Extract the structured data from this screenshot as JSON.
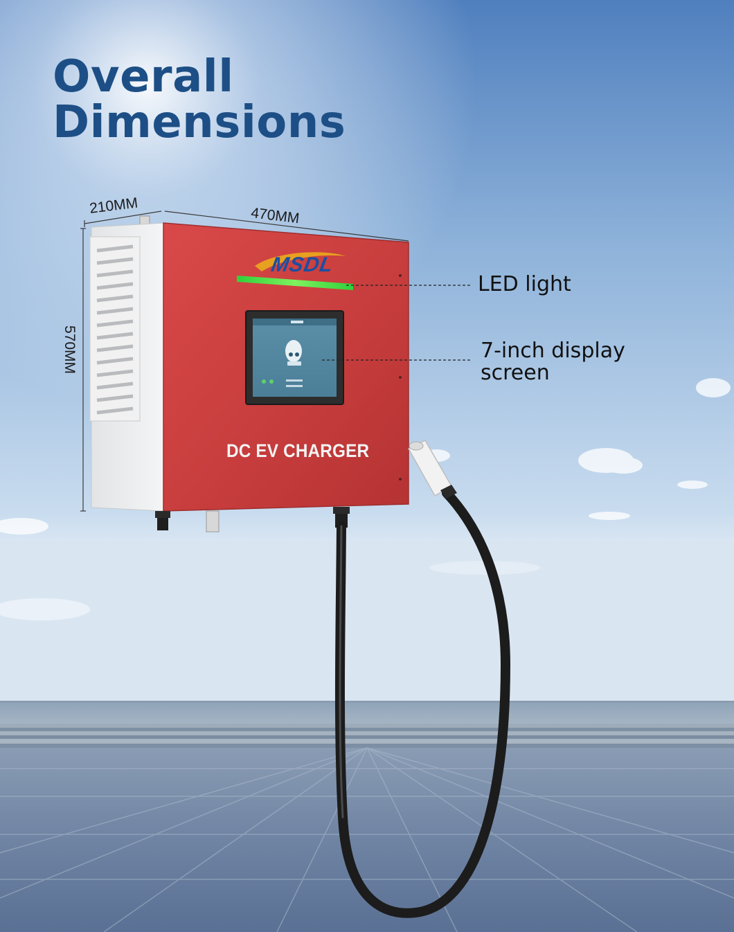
{
  "heading": {
    "line1": "Overall",
    "line2": "Dimensions"
  },
  "dimensions": {
    "depth": "210MM",
    "width": "470MM",
    "height": "570MM"
  },
  "callouts": {
    "led": "LED light",
    "display_line1": "7-inch display",
    "display_line2": "screen"
  },
  "device": {
    "brand": "MSDL",
    "label": "DC EV CHARGER"
  },
  "colors": {
    "title": "#1d4f86",
    "body_red": "#c94040",
    "led_green": "#3ddc3a",
    "sky_top": "#4f7fbe"
  }
}
